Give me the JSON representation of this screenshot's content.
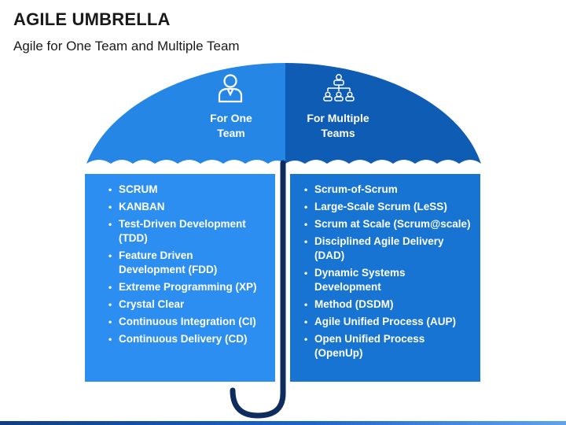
{
  "title": "AGILE UMBRELLA",
  "subtitle": "Agile for One Team and Multiple Team",
  "colors": {
    "canopy_left": "#2686e5",
    "canopy_right": "#0f5cb4",
    "panel_left": "#2d8ef1",
    "panel_right": "#1874d3",
    "handle": "#0f2c5f"
  },
  "left": {
    "icon": "single-person-icon",
    "heading_line1": "For One",
    "heading_line2": "Team",
    "items": [
      {
        "line1": "SCRUM",
        "line2": ""
      },
      {
        "line1": "KANBAN",
        "line2": ""
      },
      {
        "line1": "Test-Driven Development",
        "line2": "(TDD)"
      },
      {
        "line1": "Feature Driven",
        "line2": "Development (FDD)"
      },
      {
        "line1": "Extreme Programming (XP)",
        "line2": ""
      },
      {
        "line1": "Crystal Clear",
        "line2": ""
      },
      {
        "line1": "Continuous Integration (CI)",
        "line2": ""
      },
      {
        "line1": "Continuous Delivery (CD)",
        "line2": ""
      }
    ]
  },
  "right": {
    "icon": "team-hierarchy-icon",
    "heading_line1": "For Multiple",
    "heading_line2": "Teams",
    "items": [
      {
        "line1": "Scrum-of-Scrum",
        "line2": ""
      },
      {
        "line1": "Large-Scale Scrum (LeSS)",
        "line2": ""
      },
      {
        "line1": "Scrum at Scale (Scrum@scale)",
        "line2": ""
      },
      {
        "line1": "Disciplined Agile Delivery",
        "line2": "(DAD)"
      },
      {
        "line1": "Dynamic Systems",
        "line2": "Development"
      },
      {
        "line1": "Method (DSDM)",
        "line2": ""
      },
      {
        "line1": "Agile Unified Process (AUP)",
        "line2": ""
      },
      {
        "line1": "Open Unified Process",
        "line2": "(OpenUp)"
      }
    ]
  }
}
